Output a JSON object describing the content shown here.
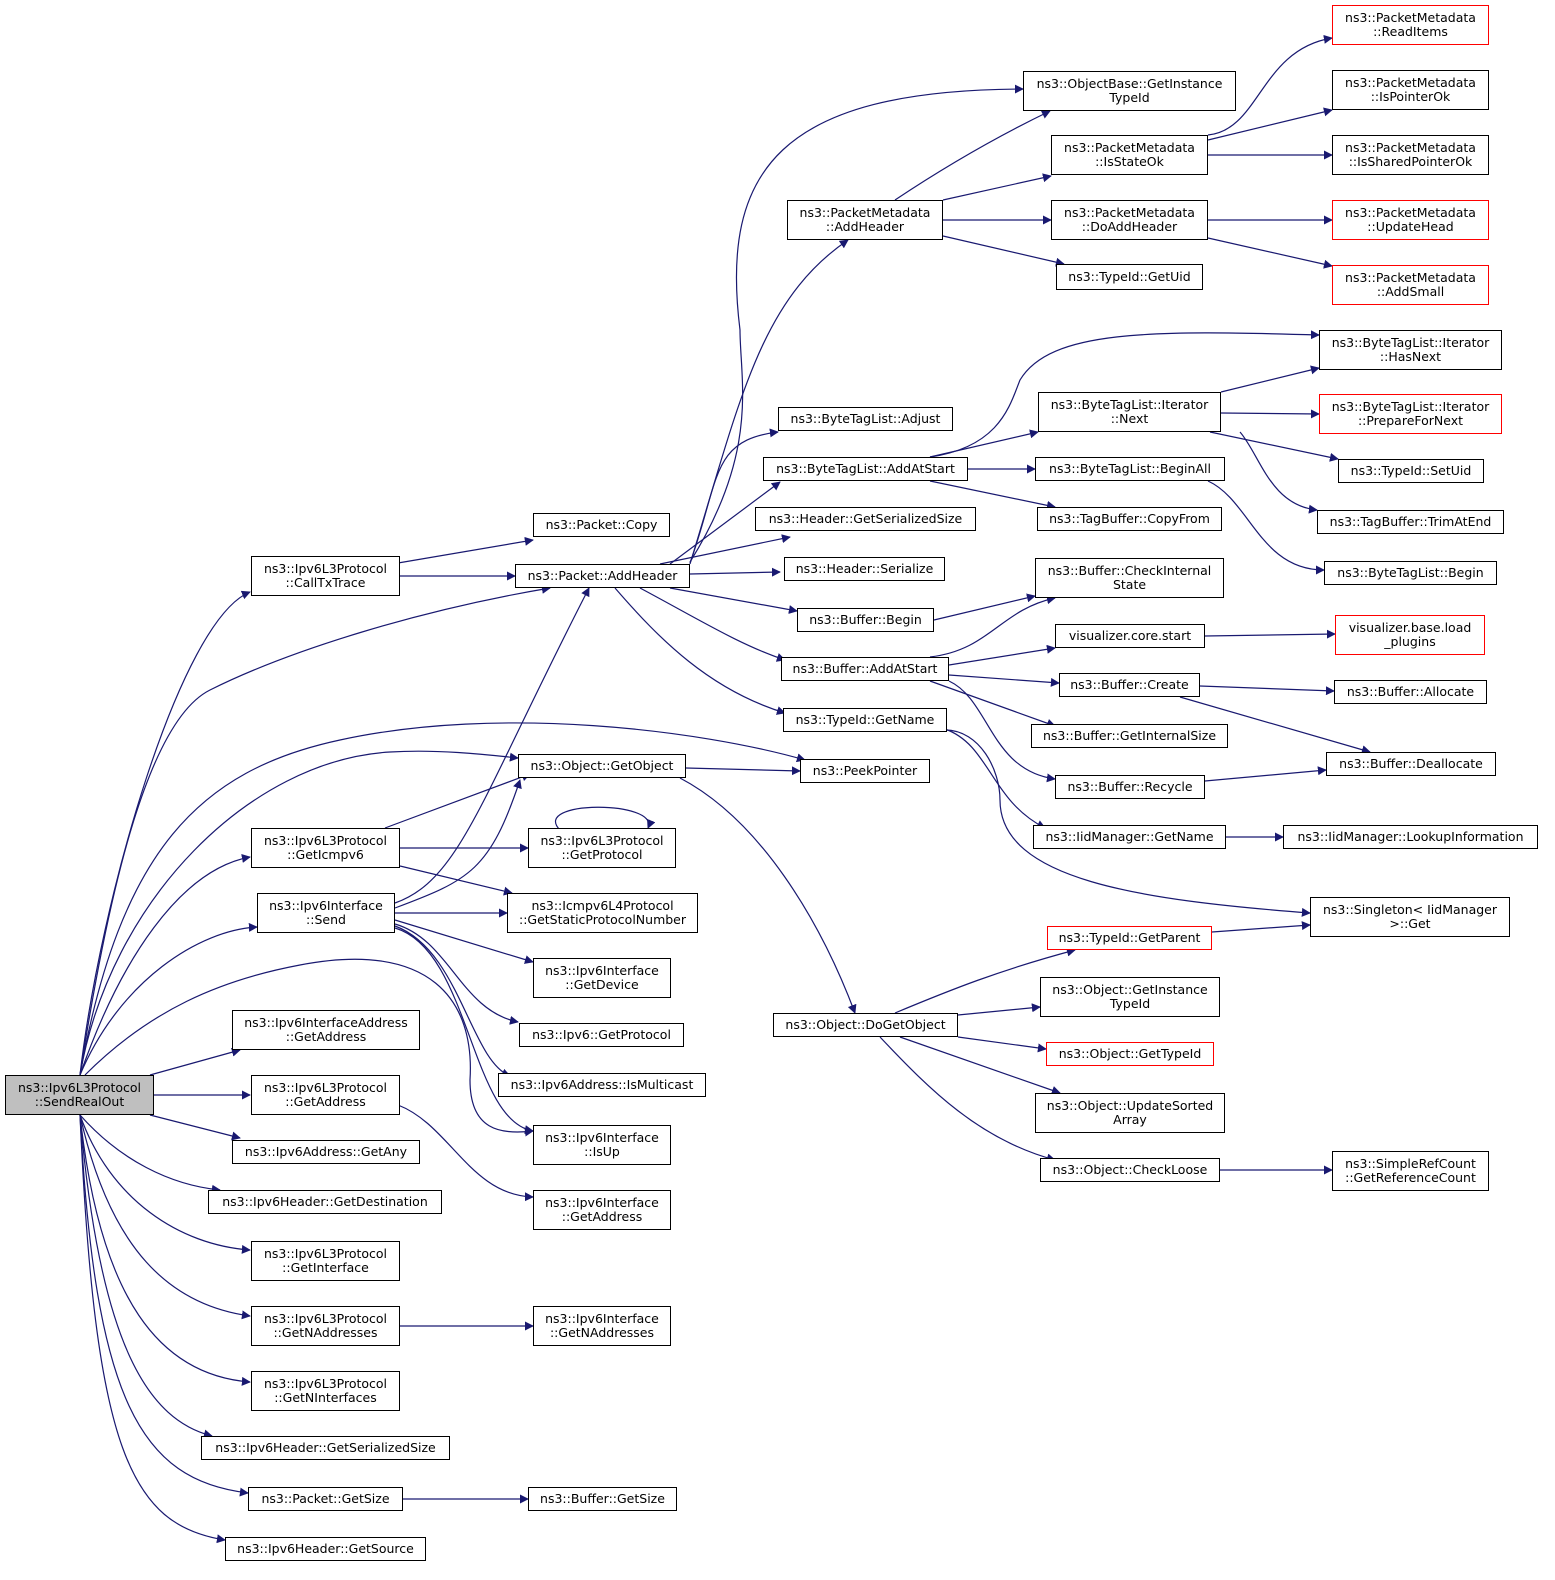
{
  "colors": {
    "edge": "#191970",
    "border": "#000000",
    "truncated_border": "#ff0000",
    "root_fill": "#bfbfbf"
  },
  "nodes": {
    "root": "ns3::Ipv6L3Protocol\n::SendRealOut",
    "callTxTrace": "ns3::Ipv6L3Protocol\n::CallTxTrace",
    "packetAddHeader": "ns3::Packet::AddHeader",
    "objectGetObject": "ns3::Object::GetObject",
    "getIcmpv6": "ns3::Ipv6L3Protocol\n::GetIcmpv6",
    "ifaceSend": "ns3::Ipv6Interface\n::Send",
    "ifaceAddrGetAddress": "ns3::Ipv6InterfaceAddress\n::GetAddress",
    "l3GetAddress": "ns3::Ipv6L3Protocol\n::GetAddress",
    "addrGetAny": "ns3::Ipv6Address::GetAny",
    "hdrGetDestination": "ns3::Ipv6Header::GetDestination",
    "l3GetInterface": "ns3::Ipv6L3Protocol\n::GetInterface",
    "l3GetNAddresses": "ns3::Ipv6L3Protocol\n::GetNAddresses",
    "l3GetNInterfaces": "ns3::Ipv6L3Protocol\n::GetNInterfaces",
    "hdrGetSerializedSize": "ns3::Ipv6Header::GetSerializedSize",
    "packetGetSize": "ns3::Packet::GetSize",
    "hdrGetSource": "ns3::Ipv6Header::GetSource",
    "peekPointer": "ns3::PeekPointer",
    "packetCopy": "ns3::Packet::Copy",
    "l3GetProtocol": "ns3::Ipv6L3Protocol\n::GetProtocol",
    "icmpStaticProto": "ns3::Icmpv6L4Protocol\n::GetStaticProtocolNumber",
    "ifaceGetDevice": "ns3::Ipv6Interface\n::GetDevice",
    "ipv6GetProtocol": "ns3::Ipv6::GetProtocol",
    "addrIsMulticast": "ns3::Ipv6Address::IsMulticast",
    "ifaceIsUp": "ns3::Ipv6Interface\n::IsUp",
    "ifaceGetAddress": "ns3::Ipv6Interface\n::GetAddress",
    "ifaceGetNAddresses": "ns3::Ipv6Interface\n::GetNAddresses",
    "bufferGetSize": "ns3::Buffer::GetSize",
    "pmAddHeader": "ns3::PacketMetadata\n::AddHeader",
    "btlAdjust": "ns3::ByteTagList::Adjust",
    "btlAddAtStart": "ns3::ByteTagList::AddAtStart",
    "headerGetSerializedSize": "ns3::Header::GetSerializedSize",
    "headerSerialize": "ns3::Header::Serialize",
    "bufferBegin": "ns3::Buffer::Begin",
    "bufferAddAtStart": "ns3::Buffer::AddAtStart",
    "typeIdGetName": "ns3::TypeId::GetName",
    "objectDoGetObject": "ns3::Object::DoGetObject",
    "obGetInstanceTypeId": "ns3::ObjectBase::GetInstance\nTypeId",
    "pmIsStateOk": "ns3::PacketMetadata\n::IsStateOk",
    "pmDoAddHeader": "ns3::PacketMetadata\n::DoAddHeader",
    "typeIdGetUid": "ns3::TypeId::GetUid",
    "btlIterNext": "ns3::ByteTagList::Iterator\n::Next",
    "btlBeginAll": "ns3::ByteTagList::BeginAll",
    "tagBufCopyFrom": "ns3::TagBuffer::CopyFrom",
    "bufCheckInternalState": "ns3::Buffer::CheckInternal\nState",
    "visCoreStart": "visualizer.core.start",
    "bufferCreate": "ns3::Buffer::Create",
    "bufGetInternalSize": "ns3::Buffer::GetInternalSize",
    "bufferRecycle": "ns3::Buffer::Recycle",
    "iidGetName": "ns3::IidManager::GetName",
    "typeIdGetParent": "ns3::TypeId::GetParent",
    "objGetInstanceTypeId": "ns3::Object::GetInstance\nTypeId",
    "objGetTypeId": "ns3::Object::GetTypeId",
    "objUpdateSortedArray": "ns3::Object::UpdateSorted\nArray",
    "objCheckLoose": "ns3::Object::CheckLoose",
    "pmReadItems": "ns3::PacketMetadata\n::ReadItems",
    "pmIsPointerOk": "ns3::PacketMetadata\n::IsPointerOk",
    "pmIsSharedPointerOk": "ns3::PacketMetadata\n::IsSharedPointerOk",
    "pmUpdateHead": "ns3::PacketMetadata\n::UpdateHead",
    "pmAddSmall": "ns3::PacketMetadata\n::AddSmall",
    "btlIterHasNext": "ns3::ByteTagList::Iterator\n::HasNext",
    "btlIterPrepareForNext": "ns3::ByteTagList::Iterator\n::PrepareForNext",
    "typeIdSetUid": "ns3::TypeId::SetUid",
    "tagBufTrimAtEnd": "ns3::TagBuffer::TrimAtEnd",
    "btlBegin": "ns3::ByteTagList::Begin",
    "visBaseLoadPlugins": "visualizer.base.load\n_plugins",
    "bufferAllocate": "ns3::Buffer::Allocate",
    "bufferDeallocate": "ns3::Buffer::Deallocate",
    "iidLookupInformation": "ns3::IidManager::LookupInformation",
    "singletonGet": "ns3::Singleton< IidManager\n>::Get",
    "simpleRefCount": "ns3::SimpleRefCount\n::GetReferenceCount"
  }
}
